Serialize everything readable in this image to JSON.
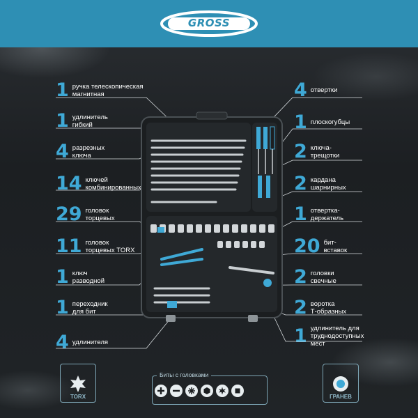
{
  "brand": {
    "name": "GROSS"
  },
  "colors": {
    "accent": "#3fa9d6",
    "header": "#2e8fb4",
    "text": "#ffffff",
    "case": "#1f2225"
  },
  "left_items": [
    {
      "num": "1",
      "label": "ручка телескопическая\nмагнитная"
    },
    {
      "num": "1",
      "label": "удлинитель\nгибкий"
    },
    {
      "num": "4",
      "label": "разрезных\nключа"
    },
    {
      "num": "14",
      "label": "ключей\nкомбинированных"
    },
    {
      "num": "29",
      "label": "головок\nторцевых"
    },
    {
      "num": "11",
      "label": "головок\nторцевых TORX"
    },
    {
      "num": "1",
      "label": "ключ\nразводной"
    },
    {
      "num": "1",
      "label": "переходник\nдля бит"
    },
    {
      "num": "4",
      "label": "удлинителя"
    }
  ],
  "right_items": [
    {
      "num": "4",
      "label": "отвертки"
    },
    {
      "num": "1",
      "label": "плоскогубцы"
    },
    {
      "num": "2",
      "label": "ключа-\nтрещотки"
    },
    {
      "num": "2",
      "label": "кардана\nшарнирных"
    },
    {
      "num": "1",
      "label": "отвертка-\nдержатель"
    },
    {
      "num": "20",
      "label": "бит-\nвставок"
    },
    {
      "num": "2",
      "label": "головки\nсвечные"
    },
    {
      "num": "2",
      "label": "воротка\nТ-образных"
    },
    {
      "num": "1",
      "label": "удлинитель для\nтруднодоступных\nмест"
    }
  ],
  "badges": {
    "torx": "TORX",
    "grooved": "ГРАНЕВ"
  },
  "bits_panel": {
    "title": "Биты с головками",
    "icons": [
      "plus-bit-icon",
      "minus-bit-icon",
      "pozi-bit-icon",
      "hex-bit-icon",
      "torx-bit-icon",
      "square-bit-icon"
    ]
  }
}
